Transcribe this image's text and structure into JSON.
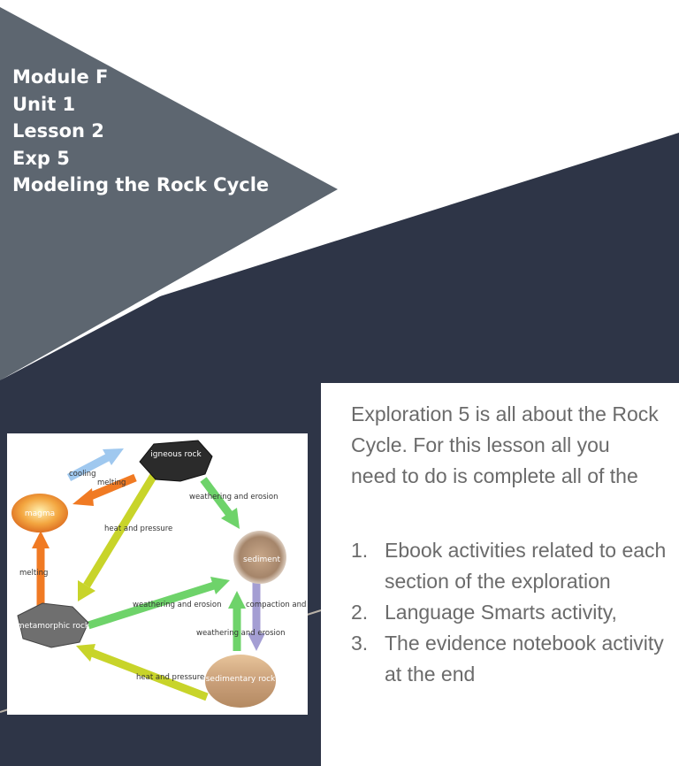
{
  "title": {
    "lines": [
      "Module F",
      "Unit 1",
      "Lesson 2",
      "Exp 5",
      "Modeling the Rock Cycle"
    ]
  },
  "body": {
    "intro": "Exploration 5 is all about the Rock Cycle.  For this lesson all you need to do is complete all of the",
    "steps": [
      {
        "num": "1.",
        "text": "Ebook activities related to each section of the exploration"
      },
      {
        "num": "2.",
        "text": "Language Smarts activity,"
      },
      {
        "num": "3.",
        "text": "The evidence notebook activity at the end"
      }
    ]
  },
  "diagram": {
    "nodes": {
      "igneous": "igneous rock",
      "magma": "magma",
      "sediment": "sediment",
      "metamorphic": "metamorphic rock",
      "sedimentary": "sedimentary rock"
    },
    "labels": {
      "cooling": "cooling",
      "melting_top": "melting",
      "weathering_top": "weathering and erosion",
      "heat_pressure_top": "heat and pressure",
      "melting_left": "melting",
      "weathering_mid": "weathering and erosion",
      "compaction": "compaction and cementation",
      "weathering_bottom": "weathering and erosion",
      "heat_pressure_bottom": "heat and pressure"
    }
  },
  "colors": {
    "navy": "#2e3547",
    "slate": "#5d6670",
    "green_arrow": "#6ed36a",
    "yellow_arrow": "#c8d42a",
    "orange_arrow": "#f07a23",
    "blue_arrow": "#9fc8ef",
    "purple_arrow": "#a49ed3"
  }
}
